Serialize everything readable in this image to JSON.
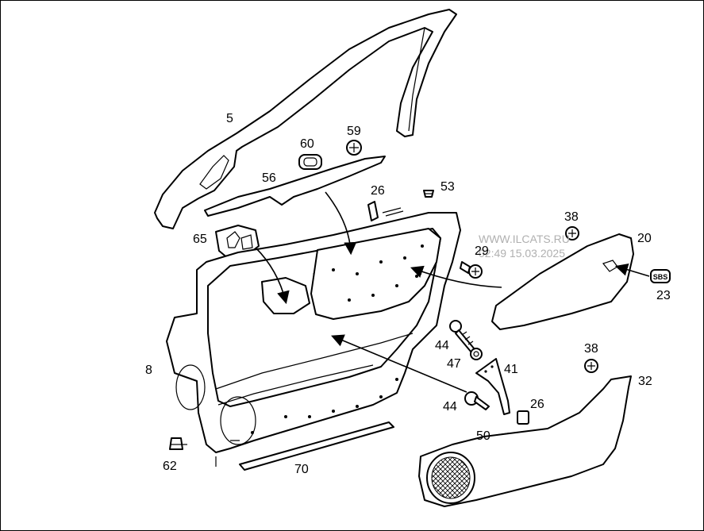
{
  "watermark": {
    "line1": "WWW.ILCATS.RU",
    "line2": "02:49 15.03.2025"
  },
  "labels": {
    "p5": "5",
    "p60": "60",
    "p59": "59",
    "p56": "56",
    "p26a": "26",
    "p53": "53",
    "p65": "65",
    "p38a": "38",
    "p20": "20",
    "p29": "29",
    "p23": "23",
    "p44a": "44",
    "p47": "47",
    "p41": "41",
    "p38b": "38",
    "p8": "8",
    "p32": "32",
    "p44b": "44",
    "p26b": "26",
    "p50": "50",
    "p62": "62",
    "p70": "70"
  },
  "sbs_text": "SBS"
}
